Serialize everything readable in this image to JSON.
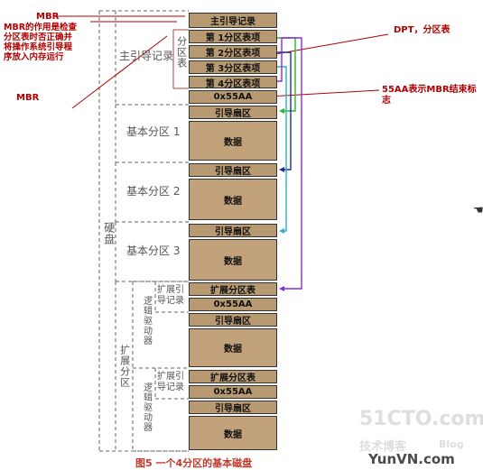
{
  "disk_cells": {
    "mbr_main": "主引导记录",
    "pt1": "第 1分区表项",
    "pt2": "第 2分区表项",
    "pt3": "第 3分区表项",
    "pt4": "第 4分区表项",
    "sig1": "0x55AA",
    "boot1": "引导扇区",
    "data1": "数据",
    "boot2": "引导扇区",
    "data2": "数据",
    "boot3": "引导扇区",
    "data3": "数据",
    "ext_table1": "扩展分区表",
    "sig2": "0x55AA",
    "boot4": "引导扇区",
    "data4": "数据",
    "ext_table2": "扩展分区表",
    "sig3": "0x55AA",
    "boot5": "引导扇区",
    "data5": "数据"
  },
  "labels": {
    "main_boot_record": "主引导记录",
    "partition_table": "分区表",
    "basic_part1": "基本分区 1",
    "basic_part2": "基本分区 2",
    "basic_part3": "基本分区 3",
    "disk": "硬盘",
    "extended": "扩展分区",
    "logical1": "逻辑驱动器",
    "logical2": "逻辑驱动器",
    "ext_boot1": "扩展引导记录",
    "ext_boot2": "扩展引导记录"
  },
  "annotations": {
    "mbr_top": "MBR",
    "mbr_desc": "MBR的作用是检查分区表时否正确并将操作系统引导程序放入内存运行",
    "mbr_left": "MBR",
    "dpt": "DPT，分区表",
    "sig_note": "55AA表示MBR结束标志"
  },
  "caption": "图5 一个4分区的基本磁盘",
  "watermarks": [
    "51CTO.com",
    "技术博客",
    "Blog",
    "YunVN.com"
  ],
  "colors": {
    "cell_fill": "#b89a72",
    "annotation_red": "#b00000",
    "arrow_green": "#2bb52b",
    "arrow_blue": "#1b2fa0",
    "arrow_cyan": "#2ab0c8",
    "arrow_purple": "#8a2be2"
  }
}
